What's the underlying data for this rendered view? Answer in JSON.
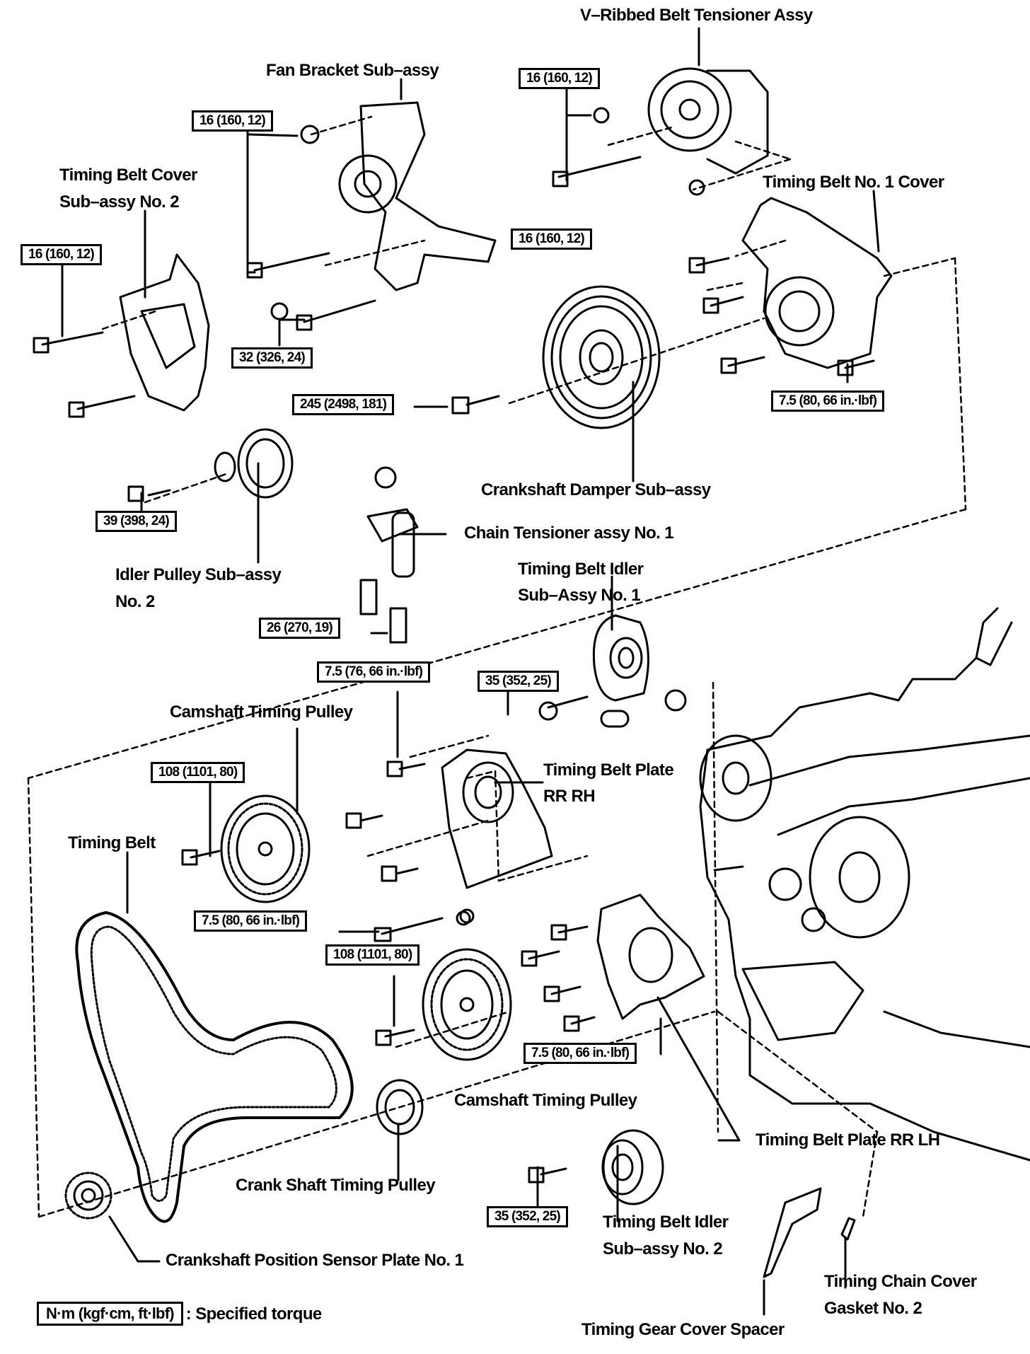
{
  "diagram": {
    "type": "exploded-parts-diagram",
    "subject": "Timing belt components"
  },
  "labels": {
    "v_ribbed_belt_tensioner": "V–Ribbed Belt Tensioner Assy",
    "fan_bracket": "Fan Bracket Sub–assy",
    "timing_belt_cover_no2_l1": "Timing Belt Cover",
    "timing_belt_cover_no2_l2": "Sub–assy No. 2",
    "timing_belt_no1_cover": "Timing Belt No. 1 Cover",
    "crankshaft_damper": "Crankshaft Damper Sub–assy",
    "chain_tensioner": "Chain Tensioner assy No. 1",
    "idler_pulley_no2_l1": "Idler Pulley Sub–assy",
    "idler_pulley_no2_l2": "No. 2",
    "timing_belt_idler_no1_l1": "Timing Belt Idler",
    "timing_belt_idler_no1_l2": "Sub–Assy No. 1",
    "camshaft_timing_pulley_upper": "Camshaft Timing Pulley",
    "timing_belt_plate_rr_rh_l1": "Timing Belt Plate",
    "timing_belt_plate_rr_rh_l2": "RR RH",
    "timing_belt": "Timing Belt",
    "camshaft_timing_pulley_lower": "Camshaft Timing Pulley",
    "timing_belt_plate_rr_lh": "Timing Belt Plate RR LH",
    "crank_shaft_timing_pulley": "Crank Shaft Timing Pulley",
    "timing_belt_idler_no2_l1": "Timing Belt Idler",
    "timing_belt_idler_no2_l2": "Sub–assy No. 2",
    "crankshaft_position_sensor_plate": "Crankshaft Position Sensor Plate No. 1",
    "timing_chain_cover_gasket_l1": "Timing Chain Cover",
    "timing_chain_cover_gasket_l2": "Gasket No. 2",
    "timing_gear_cover_spacer": "Timing Gear Cover Spacer"
  },
  "torques": {
    "tensioner_bolt": "16 (160, 12)",
    "fan_bracket_nut": "16 (160, 12)",
    "fan_bracket_side": "16 (160, 12)",
    "belt_cover_no2_bolt": "16 (160, 12)",
    "fan_bracket_lower": "32 (326, 24)",
    "crank_damper_bolt": "245 (2498, 181)",
    "no1_cover_bolt": "7.5 (80, 66 in.·lbf)",
    "idler_no2_pulley_bolt": "39 (398, 24)",
    "chain_tensioner_bolt": "26 (270, 19)",
    "plate_rr_rh_bolt": "7.5 (76, 66 in.·lbf)",
    "idler_no1_bolt": "35 (352, 25)",
    "cam_pulley_upper_bolt": "108 (1101, 80)",
    "stud_bolt": "7.5 (80, 66 in.·lbf)",
    "cam_pulley_lower_bolt": "108 (1101, 80)",
    "plate_rr_lh_bolt": "7.5 (80, 66 in.·lbf)",
    "idler_no2_bolt": "35 (352, 25)"
  },
  "legend": {
    "units": "N·m (kgf·cm, ft·lbf)",
    "meaning": ": Specified torque"
  }
}
